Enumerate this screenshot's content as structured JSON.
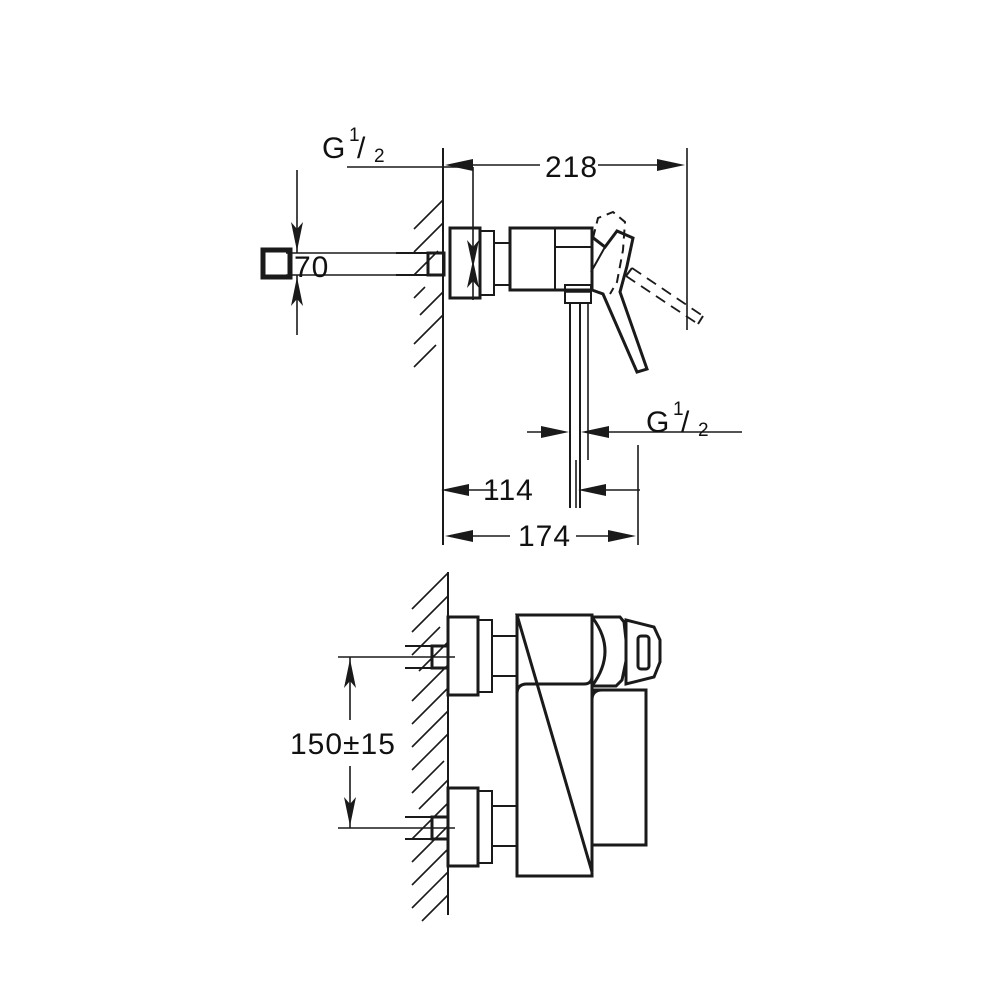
{
  "document": {
    "type": "technical-dimension-drawing",
    "subject": "wall-mounted single-lever shower mixer",
    "background_color": "#ffffff",
    "line_color": "#1a1a1a",
    "units": "mm"
  },
  "views": {
    "top": {
      "name": "side-section-view",
      "labels": {
        "thread_top": {
          "prefix": "G",
          "numerator": "1",
          "slash": "/",
          "denominator": "2"
        },
        "thread_bottom": {
          "prefix": "G",
          "numerator": "1",
          "slash": "/",
          "denominator": "2"
        },
        "square_symbol": "□",
        "square_value": "70",
        "overall_length": "218",
        "outlet_offset": "114",
        "body_length": "174"
      }
    },
    "bottom": {
      "name": "front-elevation-view",
      "labels": {
        "center_distance": "150±15"
      }
    }
  },
  "dimensions_list": [
    {
      "id": "d-218",
      "value": "218",
      "view": "top",
      "orientation": "horizontal"
    },
    {
      "id": "d-70",
      "value": "70",
      "symbol": "□",
      "view": "top",
      "orientation": "vertical"
    },
    {
      "id": "d-114",
      "value": "114",
      "view": "top",
      "orientation": "horizontal"
    },
    {
      "id": "d-174",
      "value": "174",
      "view": "top",
      "orientation": "horizontal"
    },
    {
      "id": "d-150",
      "value": "150±15",
      "view": "bottom",
      "orientation": "vertical"
    },
    {
      "id": "g-half-top",
      "value": "G 1/2",
      "view": "top",
      "orientation": "leader"
    },
    {
      "id": "g-half-bottom",
      "value": "G 1/2",
      "view": "top",
      "orientation": "leader"
    }
  ]
}
